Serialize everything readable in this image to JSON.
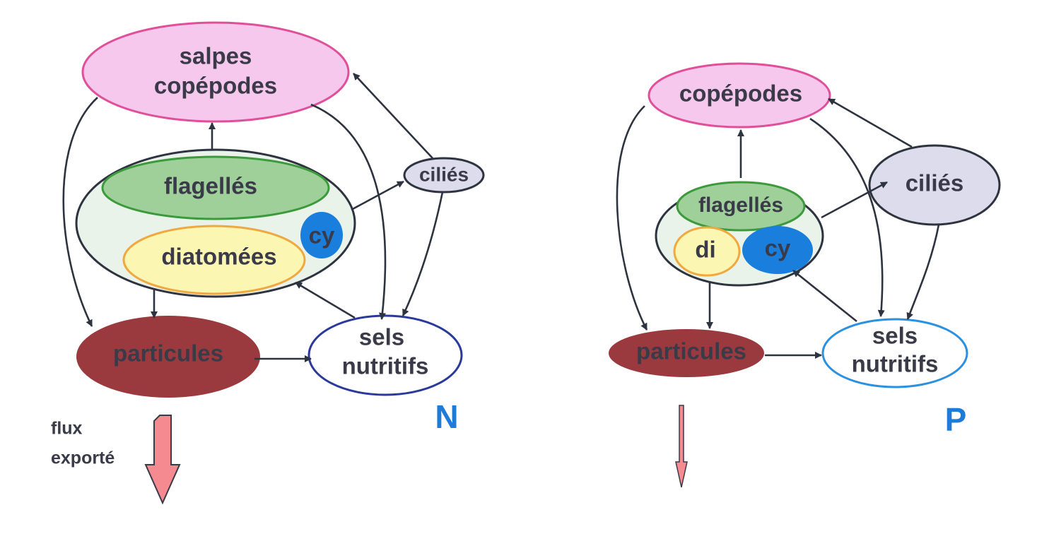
{
  "colors": {
    "consumer_fill": "#f7c8ee",
    "consumer_stroke": "#e0509a",
    "cell_fill": "#eaf3ea",
    "flagelles_fill": "#9fd09a",
    "flagelles_stroke": "#3c9a3c",
    "diatomees_fill": "#fbf6b2",
    "diatomees_stroke": "#f0a840",
    "cy_fill": "#1a7fdc",
    "cilies_fill": "#dcdcec",
    "particules_fill": "#9b3a3e",
    "sels_stroke_N": "#2a3a9a",
    "sels_stroke_P": "#2a90e0",
    "panel_label": "#1f7bd8",
    "arrow": "#2e3340",
    "export_arrow": "#f58a90"
  },
  "panel_N": {
    "consumers_line1": "salpes",
    "consumers_line2": "copépodes",
    "flagelles": "flagellés",
    "diatomees": "diatomées",
    "cy": "cy",
    "cilies": "ciliés",
    "particules": "particules",
    "sels_line1": "sels",
    "sels_line2": "nutritifs",
    "flux_line1": "flux",
    "flux_line2": "exporté",
    "label": "N"
  },
  "panel_P": {
    "consumers": "copépodes",
    "flagelles": "flagellés",
    "di": "di",
    "cy": "cy",
    "cilies": "ciliés",
    "particules": "particules",
    "sels_line1": "sels",
    "sels_line2": "nutritifs",
    "label": "P"
  }
}
